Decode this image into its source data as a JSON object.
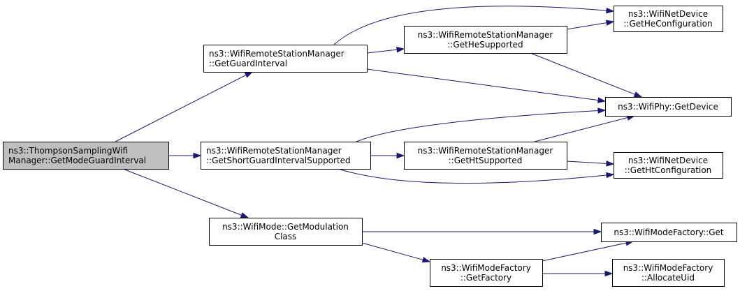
{
  "graph": {
    "nodes": [
      {
        "id": "root",
        "lines": [
          "ns3::ThompsonSamplingWifi",
          "Manager::GetModeGuardInterval"
        ],
        "highlight": true,
        "align": "start"
      },
      {
        "id": "getGuardInterval",
        "lines": [
          "ns3::WifiRemoteStationManager",
          "::GetGuardInterval"
        ],
        "align": "start"
      },
      {
        "id": "getShortGuard",
        "lines": [
          "ns3::WifiRemoteStationManager",
          "::GetShortGuardIntervalSupported"
        ],
        "align": "start"
      },
      {
        "id": "getModulation",
        "lines": [
          "ns3::WifiMode::GetModulation",
          "Class"
        ],
        "align": "middle"
      },
      {
        "id": "getHeSupported",
        "lines": [
          "ns3::WifiRemoteStationManager",
          "::GetHeSupported"
        ],
        "align": "middle"
      },
      {
        "id": "getHtSupported",
        "lines": [
          "ns3::WifiRemoteStationManager",
          "::GetHtSupported"
        ],
        "align": "middle"
      },
      {
        "id": "getFactory",
        "lines": [
          "ns3::WifiModeFactory",
          "::GetFactory"
        ],
        "align": "middle"
      },
      {
        "id": "getHeConfig",
        "lines": [
          "ns3::WifiNetDevice",
          "::GetHeConfiguration"
        ],
        "align": "middle"
      },
      {
        "id": "getDevice",
        "lines": [
          "ns3::WifiPhy::GetDevice"
        ],
        "align": "middle"
      },
      {
        "id": "getHtConfig",
        "lines": [
          "ns3::WifiNetDevice",
          "::GetHtConfiguration"
        ],
        "align": "middle"
      },
      {
        "id": "factoryGet",
        "lines": [
          "ns3::WifiModeFactory::Get"
        ],
        "align": "middle"
      },
      {
        "id": "allocateUid",
        "lines": [
          "ns3::WifiModeFactory",
          "::AllocateUid"
        ],
        "align": "middle"
      }
    ],
    "edges": [
      {
        "from": "root",
        "to": "getGuardInterval"
      },
      {
        "from": "root",
        "to": "getShortGuard"
      },
      {
        "from": "root",
        "to": "getModulation"
      },
      {
        "from": "getGuardInterval",
        "to": "getHeConfig"
      },
      {
        "from": "getGuardInterval",
        "to": "getHeSupported"
      },
      {
        "from": "getGuardInterval",
        "to": "getDevice"
      },
      {
        "from": "getHeSupported",
        "to": "getHeConfig"
      },
      {
        "from": "getHeSupported",
        "to": "getDevice"
      },
      {
        "from": "getShortGuard",
        "to": "getDevice"
      },
      {
        "from": "getShortGuard",
        "to": "getHtSupported"
      },
      {
        "from": "getShortGuard",
        "to": "getHtConfig"
      },
      {
        "from": "getHtSupported",
        "to": "getDevice"
      },
      {
        "from": "getHtSupported",
        "to": "getHtConfig"
      },
      {
        "from": "getModulation",
        "to": "factoryGet"
      },
      {
        "from": "getModulation",
        "to": "getFactory"
      },
      {
        "from": "getFactory",
        "to": "factoryGet"
      },
      {
        "from": "getFactory",
        "to": "allocateUid"
      }
    ]
  },
  "colors": {
    "node_fill": "#ffffff",
    "node_highlight_fill": "#bfbfbf",
    "node_border": "#000000",
    "edge": "#191970"
  }
}
